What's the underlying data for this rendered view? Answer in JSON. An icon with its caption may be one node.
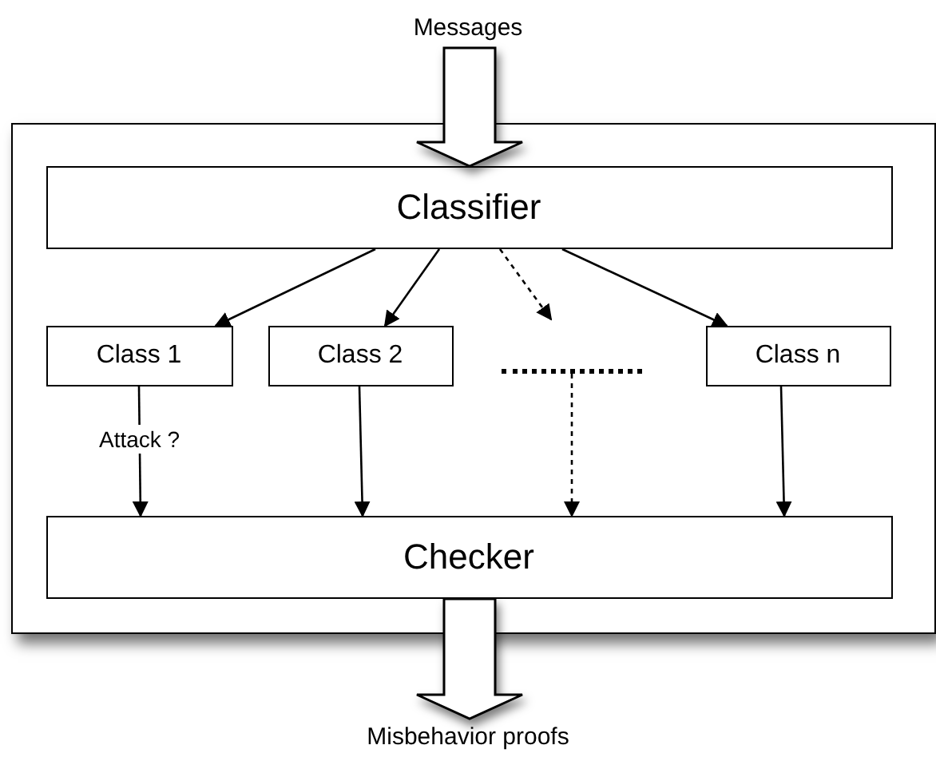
{
  "diagram": {
    "nodes": [
      {
        "text": [
          "Messages"
        ]
      },
      {
        "text": [],
        "shape": "box"
      },
      {
        "text": [
          "Classifier"
        ],
        "in": 1
      },
      {
        "text": [
          "Class 1"
        ],
        "in": 1
      },
      {
        "text": [
          "Class 2"
        ],
        "in": 1
      },
      {
        "text": [],
        "shape": "bar",
        "in": 1
      },
      {
        "text": [
          "Class n"
        ],
        "in": 1
      },
      {
        "text": [
          "Checker"
        ],
        "in": 1
      },
      {
        "text": [
          "Misbehavior proofs"
        ]
      }
    ],
    "edges": [
      {
        "from": 0,
        "to": 2,
        "arrow": "to",
        "style": "thick"
      },
      {
        "from": 2,
        "to": 3,
        "arrow": "to"
      },
      {
        "from": 2,
        "to": 4,
        "arrow": "to"
      },
      {
        "from": 2,
        "to": 5,
        "arrow": "to",
        "style": "dashed"
      },
      {
        "from": 2,
        "to": 6,
        "arrow": "to"
      },
      {
        "from": 3,
        "to": 7,
        "arrow": "to",
        "label": "Attack ?"
      },
      {
        "from": 4,
        "to": 7,
        "arrow": "to"
      },
      {
        "from": 5,
        "to": 7,
        "arrow": "to",
        "style": "dashed"
      },
      {
        "from": 6,
        "to": 7,
        "arrow": "to"
      },
      {
        "from": 7,
        "to": 8,
        "arrow": "to",
        "style": "thick"
      }
    ]
  }
}
